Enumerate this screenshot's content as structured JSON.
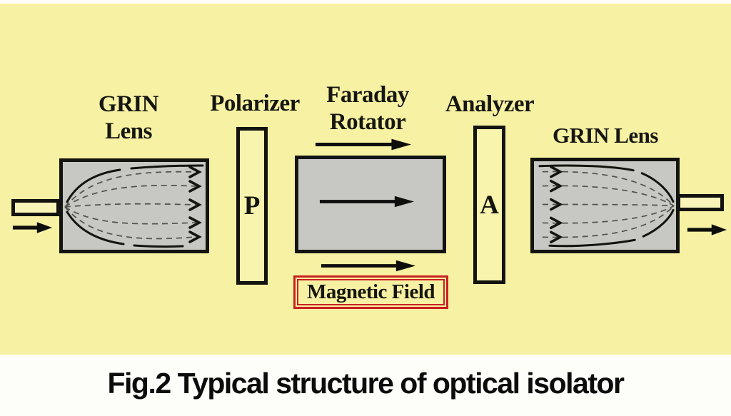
{
  "figure": {
    "caption": "Fig.2 Typical structure of optical isolator"
  },
  "labels": {
    "grin_lens_left_line1": "GRIN",
    "grin_lens_left_line2": "Lens",
    "polarizer": "Polarizer",
    "polarizer_symbol": "P",
    "faraday_line1": "Faraday",
    "faraday_line2": "Rotator",
    "analyzer": "Analyzer",
    "analyzer_symbol": "A",
    "grin_lens_right": "GRIN Lens",
    "magnetic_field": "Magnetic Field"
  },
  "icons": {
    "input_light_arrow": "→",
    "magnetic_field_arrow_top": "→",
    "beam_direction_arrow": "→",
    "magnetic_field_arrow_bottom": "→",
    "output_light_arrow": "→"
  },
  "colors": {
    "background": "#f7f2a3",
    "component_fill": "#c7c7c3",
    "outline": "#131310",
    "magnetic_field_border": "#c92020",
    "caption_bg": "#fdfdf9",
    "text": "#15150f"
  }
}
